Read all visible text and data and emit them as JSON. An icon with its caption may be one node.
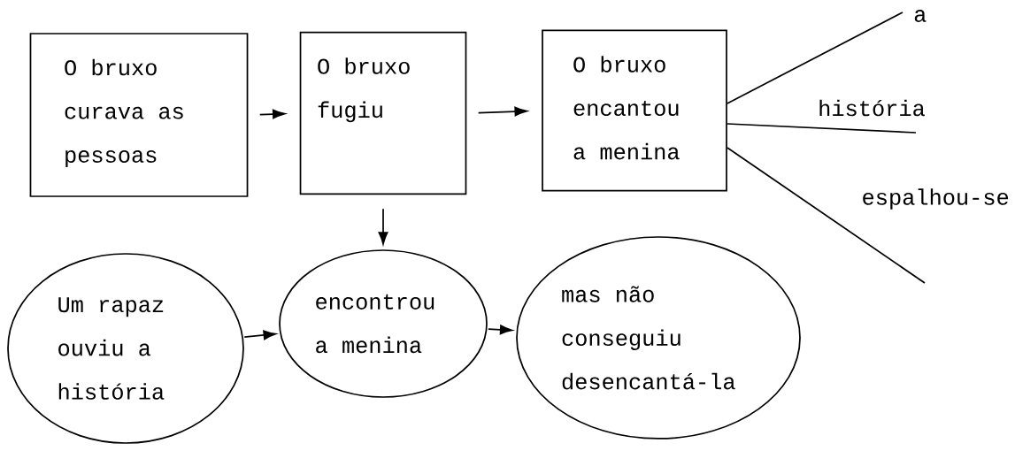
{
  "diagram": {
    "nodes": [
      {
        "text": [
          "O bruxo curava as pessoas"
        ]
      },
      {
        "text": [
          "O bruxo fugiu"
        ]
      },
      {
        "text": [
          "O bruxo encantou a menina"
        ]
      },
      {
        "text": [
          "Um rapaz ouviu a história"
        ]
      },
      {
        "text": [
          "encontrou a menina"
        ]
      },
      {
        "text": [
          "mas não conseguiu desencantá-la"
        ]
      }
    ],
    "edges": [
      {
        "from": 0,
        "to": 1,
        "arrow": "to"
      },
      {
        "from": 1,
        "to": 2,
        "arrow": "to"
      },
      {
        "from": 1,
        "to": 4,
        "arrow": "to"
      },
      {
        "from": 3,
        "to": 4,
        "arrow": "to"
      },
      {
        "from": 4,
        "to": 5,
        "arrow": "to"
      },
      {
        "from": 2,
        "to": null,
        "arrow": "none",
        "label": "a"
      },
      {
        "from": 2,
        "to": null,
        "arrow": "none",
        "label": "história"
      },
      {
        "from": 2,
        "to": null,
        "arrow": "none",
        "label": "espalhou-se"
      }
    ]
  }
}
